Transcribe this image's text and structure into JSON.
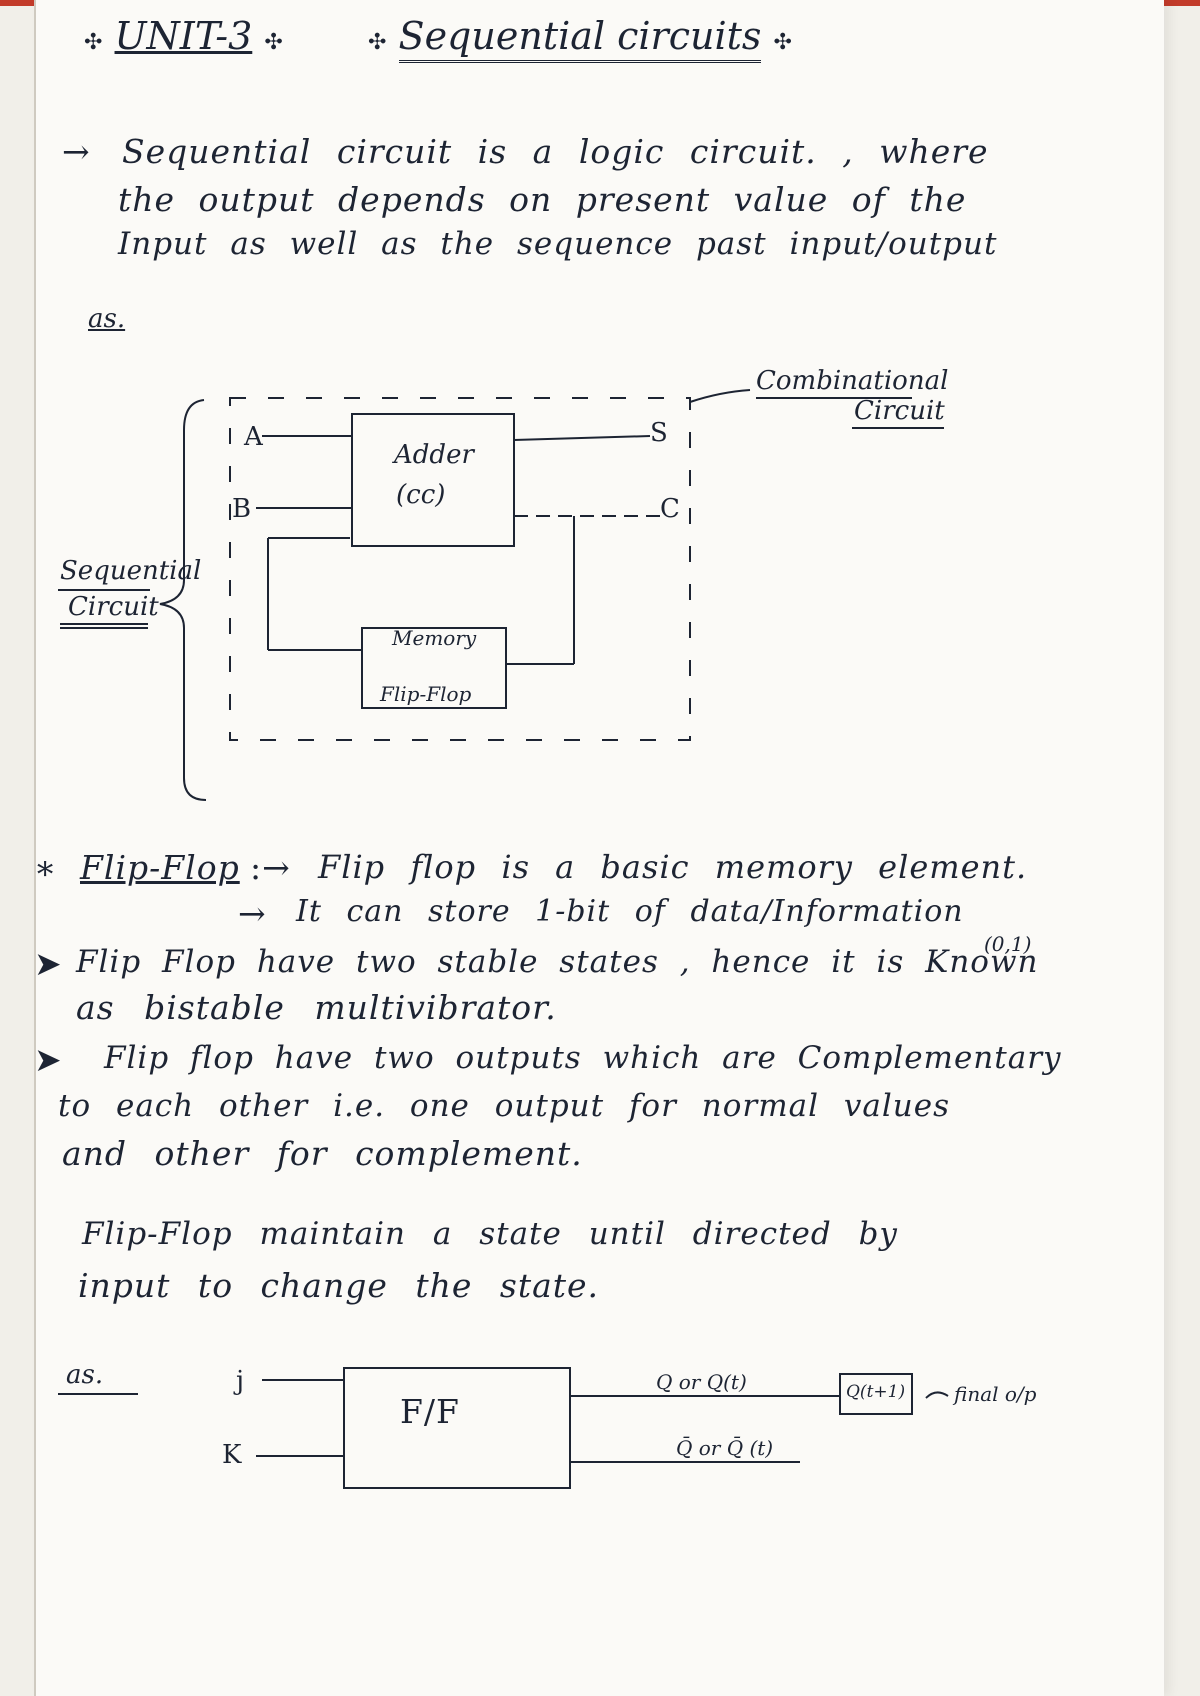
{
  "header": {
    "unit": "UNIT-3",
    "topic": "Sequential circuits"
  },
  "intro": {
    "line1": "Sequential circuit is a logic circuit. , where",
    "line2": "the output depends on present value of the",
    "line3": "Input as well as the sequence past input/output",
    "as_label": "as."
  },
  "diagram1": {
    "combinational_label_1": "Combinational",
    "combinational_label_2": "Circuit",
    "sequential_label_1": "Sequential",
    "sequential_label_2": "Circuit",
    "input_a": "A",
    "input_b": "B",
    "output_s": "S",
    "output_c": "C",
    "adder_line1": "Adder",
    "adder_line2": "(cc)",
    "memory_line1": "Memory",
    "memory_line2": "Flip-Flop"
  },
  "flipflop": {
    "heading": "Flip-Flop",
    "def1": "Flip flop is a basic memory element.",
    "def2": "It can store 1-bit of data/Information",
    "def2_note": "(0,1)",
    "p1_line1": "Flip Flop have two stable states , hence it is Known",
    "p1_line2": "as bistable multivibrator.",
    "p2_line1": "Flip flop have two outputs which are Complementary",
    "p2_line2": "to each other i.e. one output for normal values",
    "p2_line3": "and other for complement.",
    "p3_line1": "Flip-Flop maintain a state until directed by",
    "p3_line2": "input to change the state."
  },
  "diagram2": {
    "as_label": "as.",
    "input_j": "j",
    "input_k": "K",
    "box_label": "F/F",
    "output_q": "Q or Q(t)",
    "output_qbar": "Q̄ or Q̄ (t)",
    "next_state": "Q(t+1)",
    "final_label": "final o/p"
  }
}
